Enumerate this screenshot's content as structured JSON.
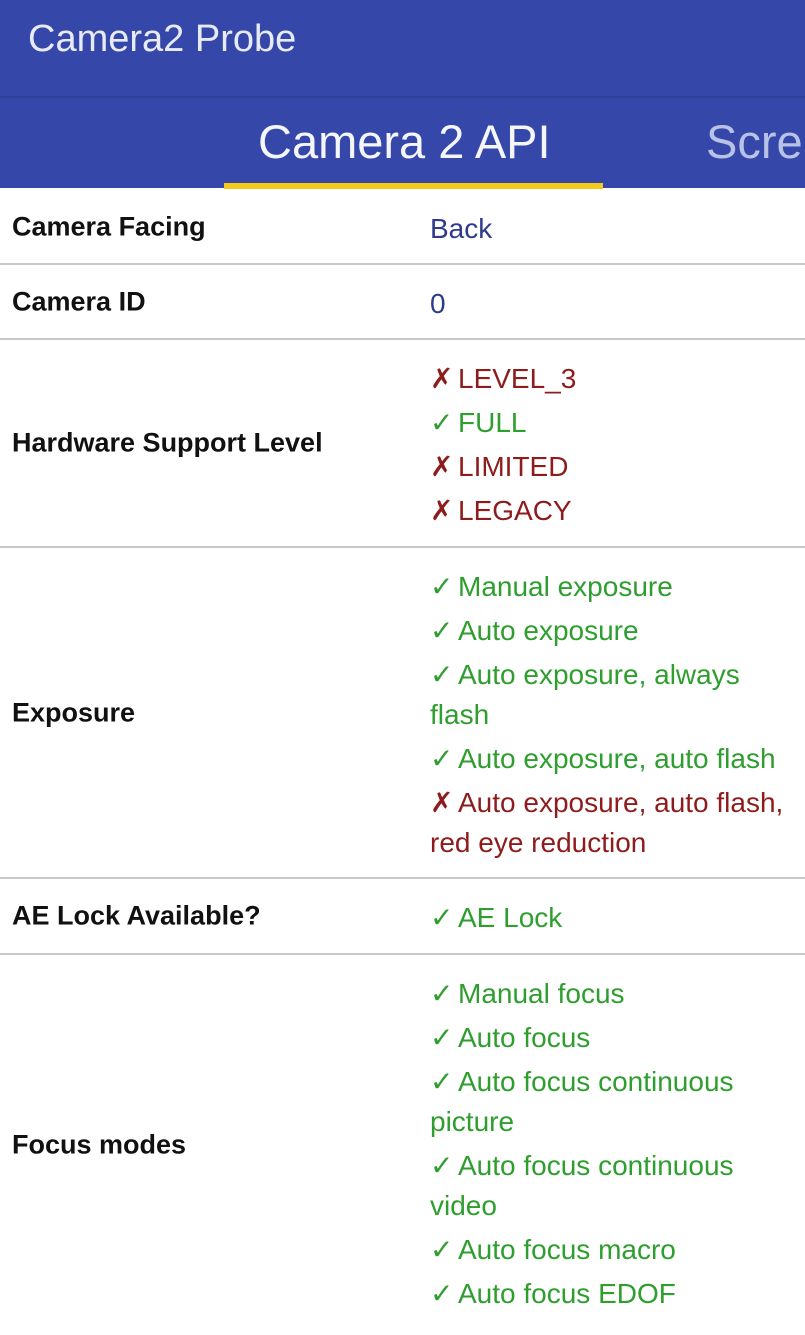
{
  "app_bar": {
    "title": "Camera2 Probe"
  },
  "tabs": {
    "active": "Camera 2 API",
    "next": "Scre"
  },
  "rows": {
    "camera_facing": {
      "label": "Camera Facing",
      "value": "Back"
    },
    "camera_id": {
      "label": "Camera ID",
      "value": "0"
    },
    "hardware_support": {
      "label": "Hardware Support Level",
      "items": [
        {
          "mark": "✗",
          "text": "LEVEL_3",
          "status": "no"
        },
        {
          "mark": "✓",
          "text": "FULL",
          "status": "ok"
        },
        {
          "mark": "✗",
          "text": "LIMITED",
          "status": "no"
        },
        {
          "mark": "✗",
          "text": "LEGACY",
          "status": "no"
        }
      ]
    },
    "exposure": {
      "label": "Exposure",
      "items": [
        {
          "mark": "✓",
          "text": "Manual exposure",
          "status": "ok"
        },
        {
          "mark": "✓",
          "text": "Auto exposure",
          "status": "ok"
        },
        {
          "mark": "✓",
          "text": "Auto exposure, always flash",
          "status": "ok"
        },
        {
          "mark": "✓",
          "text": "Auto exposure, auto flash",
          "status": "ok"
        },
        {
          "mark": "✗",
          "text": "Auto exposure, auto flash, red eye reduction",
          "status": "no"
        }
      ]
    },
    "ae_lock": {
      "label": "AE Lock Available?",
      "items": [
        {
          "mark": "✓",
          "text": "AE Lock",
          "status": "ok"
        }
      ]
    },
    "focus_modes": {
      "label": "Focus modes",
      "items": [
        {
          "mark": "✓",
          "text": "Manual focus",
          "status": "ok"
        },
        {
          "mark": "✓",
          "text": "Auto focus",
          "status": "ok"
        },
        {
          "mark": "✓",
          "text": "Auto focus continuous picture",
          "status": "ok"
        },
        {
          "mark": "✓",
          "text": "Auto focus continuous video",
          "status": "ok"
        },
        {
          "mark": "✓",
          "text": "Auto focus macro",
          "status": "ok"
        },
        {
          "mark": "✓",
          "text": "Auto focus EDOF",
          "status": "ok"
        }
      ]
    }
  },
  "colors": {
    "app_bar": "#3547a8",
    "tab_indicator": "#f5c919",
    "ok": "#2e9e2e",
    "no": "#8e1c1c",
    "plain_value": "#2e3a8c"
  }
}
